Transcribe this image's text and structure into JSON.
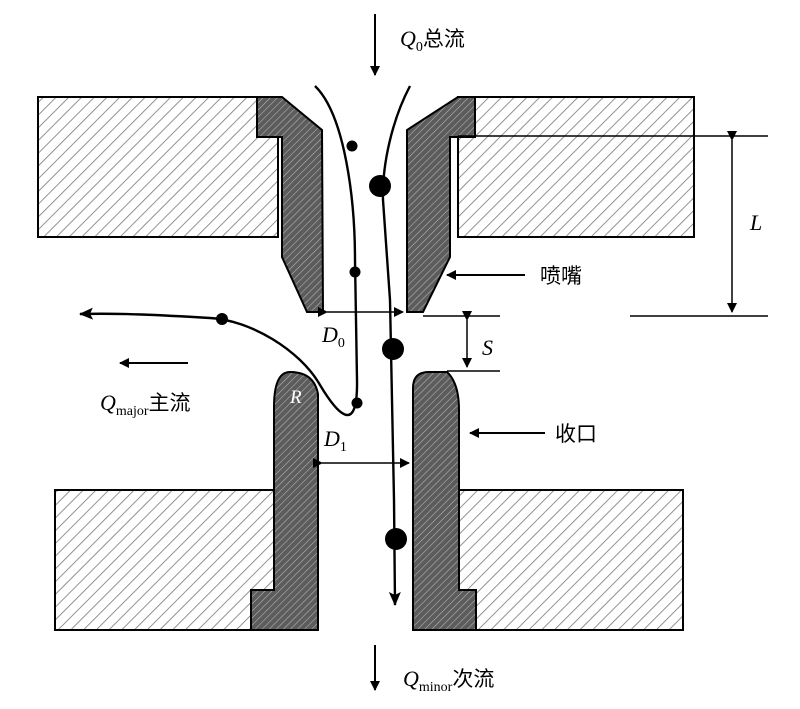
{
  "flows": {
    "total": {
      "symbol": "Q",
      "sub": "0",
      "text": "总流"
    },
    "major": {
      "symbol": "Q",
      "sub": "major",
      "text": "主流"
    },
    "minor": {
      "symbol": "Q",
      "sub": "minor",
      "text": "次流"
    }
  },
  "components": {
    "nozzle": "喷嘴",
    "collector": "收口"
  },
  "dimensions": {
    "L": "L",
    "S": "S",
    "D0": {
      "symbol": "D",
      "sub": "0"
    },
    "D1": {
      "symbol": "D",
      "sub": "1"
    },
    "R": "R"
  }
}
